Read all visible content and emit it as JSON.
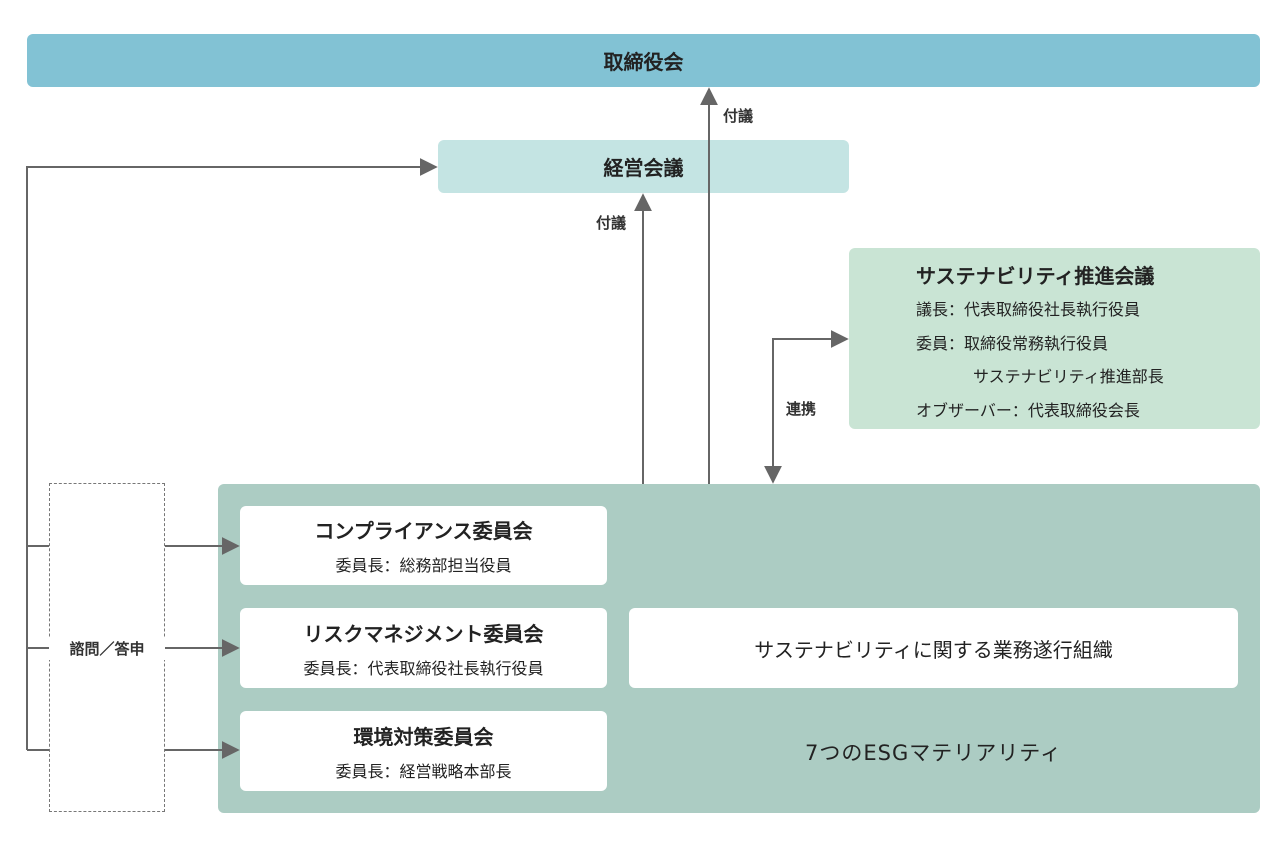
{
  "board": "取締役会",
  "management": "経営会議",
  "edge_labels": {
    "submit_board": "付議",
    "submit_management": "付議",
    "collaboration": "連携",
    "consultation": "諮問／答申"
  },
  "promotion_council": {
    "title": "サステナビリティ推進会議",
    "lines": [
      "議長：代表取締役社長執行役員",
      "委員：取締役常務執行役員",
      "サステナビリティ推進部長",
      "オブザーバー：代表取締役会長"
    ]
  },
  "committees": [
    {
      "title": "コンプライアンス委員会",
      "chair": "委員長：総務部担当役員"
    },
    {
      "title": "リスクマネジメント委員会",
      "chair": "委員長：代表取締役社長執行役員"
    },
    {
      "title": "環境対策委員会",
      "chair": "委員長：経営戦略本部長"
    }
  ],
  "business_org": "サステナビリティに関する業務遂行組織",
  "materiality": "7つのESGマテリアリティ",
  "colors": {
    "board": "#82c2d4",
    "management": "#c4e4e3",
    "council": "#c9e4d4",
    "org_area": "#acccc3",
    "line": "#666666"
  }
}
